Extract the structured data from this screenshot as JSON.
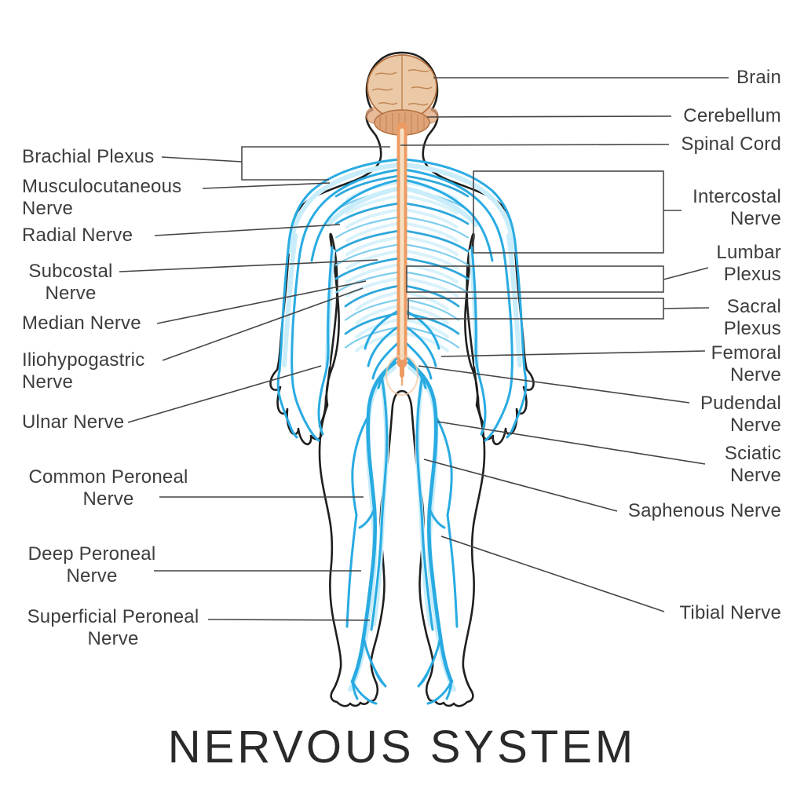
{
  "title": "NERVOUS SYSTEM",
  "figure": {
    "description": "Human body (anterior view) showing brain, spinal cord and peripheral nerves",
    "colors": {
      "nerve_blue": "#29ABE2",
      "nerve_pale_blue": "#C9EDFA",
      "spinal_cord": "#EC9B63",
      "spinal_cord_core": "#F8E0C2",
      "brain_fill": "#EBC9A6",
      "cerebellum_fill": "#DFA379",
      "brain_outline": "#B5713F",
      "body_outline": "#1F1F1F",
      "leader_line": "#454545",
      "label_text": "#3D3D3D"
    }
  },
  "labels": {
    "left": [
      {
        "text": "Brachial Plexus"
      },
      {
        "text": "Musculocutaneous\nNerve"
      },
      {
        "text": "Radial Nerve"
      },
      {
        "text": "Subcostal\nNerve"
      },
      {
        "text": "Median Nerve"
      },
      {
        "text": "Iliohypogastric\nNerve"
      },
      {
        "text": "Ulnar Nerve"
      },
      {
        "text": "Common Peroneal\nNerve"
      },
      {
        "text": "Deep Peroneal\nNerve"
      },
      {
        "text": "Superficial Peroneal\nNerve"
      }
    ],
    "right": [
      {
        "text": "Brain"
      },
      {
        "text": "Cerebellum"
      },
      {
        "text": "Spinal Cord"
      },
      {
        "text": "Intercostal\nNerve"
      },
      {
        "text": "Lumbar\nPlexus"
      },
      {
        "text": "Sacral\nPlexus"
      },
      {
        "text": "Femoral\nNerve"
      },
      {
        "text": "Pudendal\nNerve"
      },
      {
        "text": "Sciatic\nNerve"
      },
      {
        "text": "Saphenous Nerve"
      },
      {
        "text": "Tibial Nerve"
      }
    ]
  }
}
